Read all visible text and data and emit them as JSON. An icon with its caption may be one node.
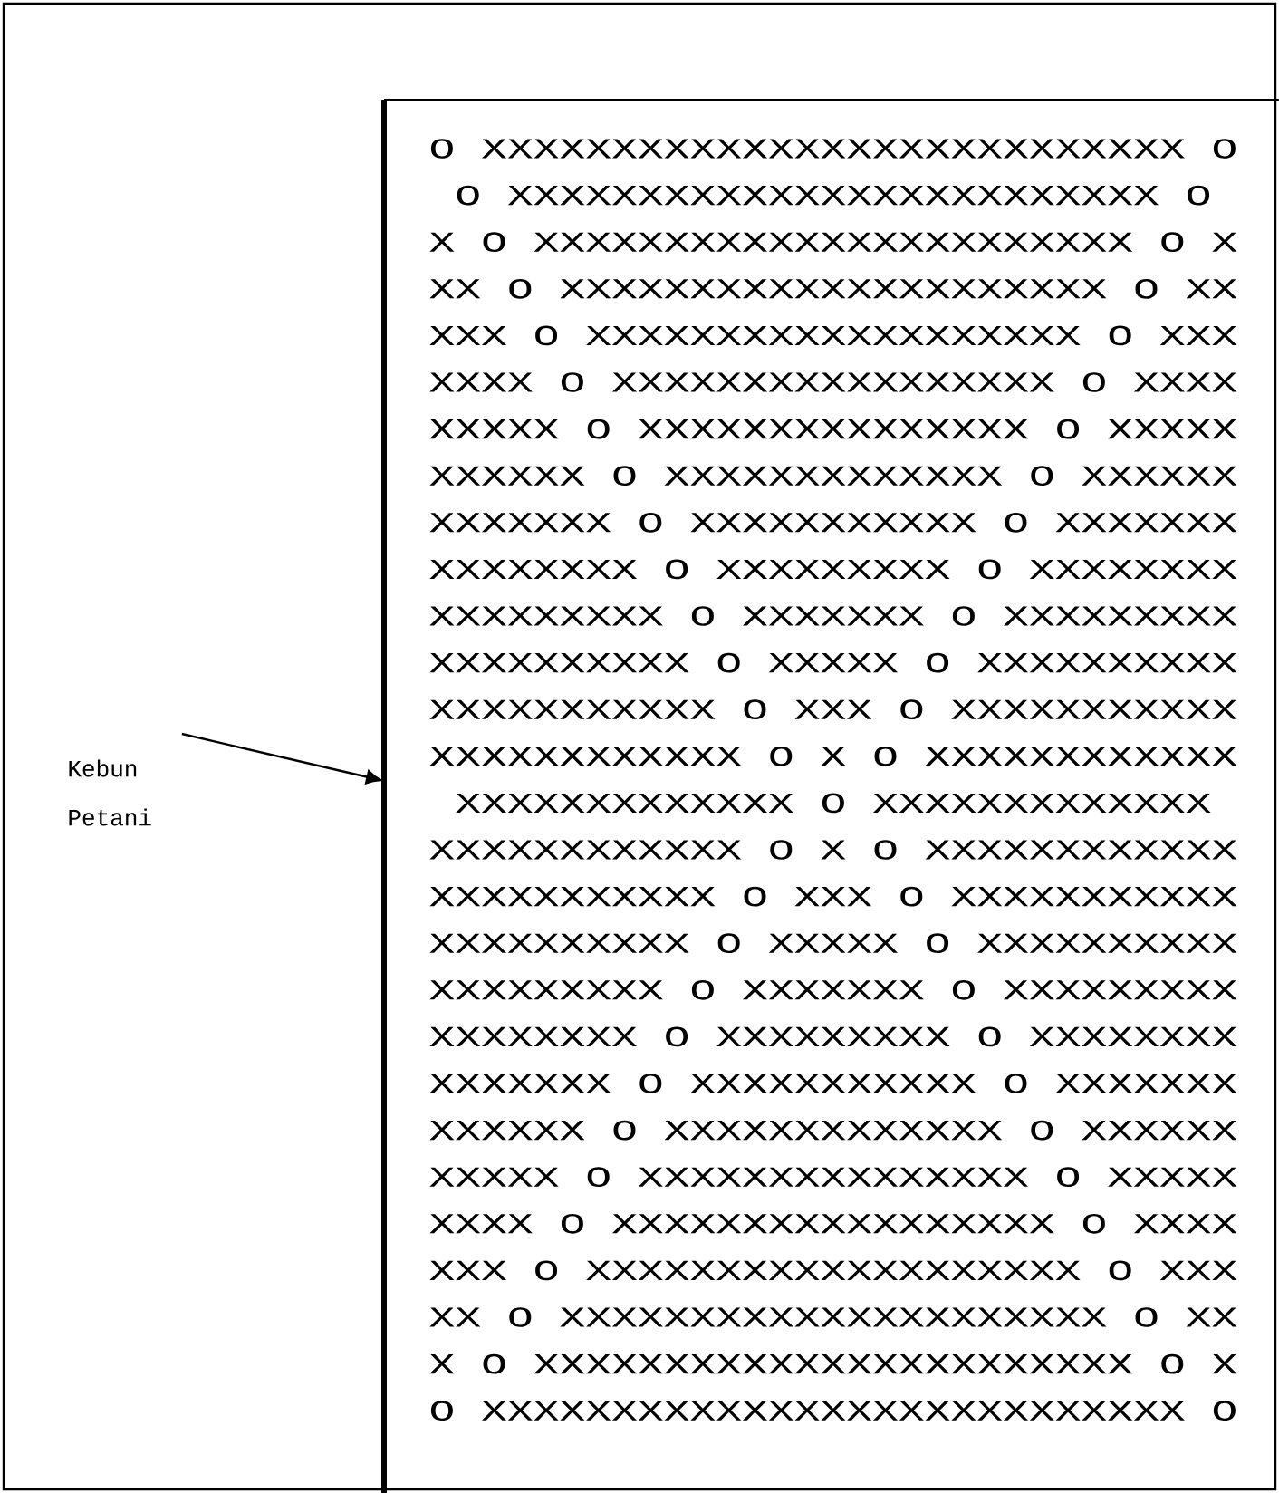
{
  "diagram": {
    "nodes": [
      {
        "text": [
          "Kebun Petani"
        ]
      },
      {
        "text": [],
        "shape": "box"
      }
    ],
    "edges": [
      {
        "from": 0,
        "to": 1,
        "arrow": "to"
      }
    ],
    "labels": [
      "O XXXXXXXXXXXXXXXXXXXXXXXXXXX O",
      "O XXXXXXXXXXXXXXXXXXXXXXXXX O",
      "X O XXXXXXXXXXXXXXXXXXXXXXX O X",
      "XX O XXXXXXXXXXXXXXXXXXXXX O XX",
      "XXX O XXXXXXXXXXXXXXXXXXX O XXX",
      "XXXX O XXXXXXXXXXXXXXXXX O XXXX",
      "XXXXX O XXXXXXXXXXXXXXX O XXXXX",
      "XXXXXX O XXXXXXXXXXXXX O XXXXXX",
      "XXXXXXX O XXXXXXXXXXX O XXXXXXX",
      "XXXXXXXX O XXXXXXXXX O XXXXXXXX",
      "XXXXXXXXX O XXXXXXX O XXXXXXXXX",
      "XXXXXXXXXX O XXXXX O XXXXXXXXXX",
      "XXXXXXXXXXX O XXX O XXXXXXXXXXX",
      "XXXXXXXXXXXX O X O XXXXXXXXXXXX",
      "XXXXXXXXXXXXX O XXXXXXXXXXXXX",
      "XXXXXXXXXXXX O X O XXXXXXXXXXXX",
      "XXXXXXXXXXX O XXX O XXXXXXXXXXX",
      "XXXXXXXXXX O XXXXX O XXXXXXXXXX",
      "XXXXXXXXX O XXXXXXX O XXXXXXXXX",
      "XXXXXXXX O XXXXXXXXX O XXXXXXXX",
      "XXXXXXX O XXXXXXXXXXX O XXXXXXX",
      "XXXXXX O XXXXXXXXXXXXX O XXXXXX",
      "XXXXX O XXXXXXXXXXXXXXX O XXXXX",
      "XXXX O XXXXXXXXXXXXXXXXX O XXXX",
      "XXX O XXXXXXXXXXXXXXXXXXX O XXX",
      "XX O XXXXXXXXXXXXXXXXXXXXX O XX",
      "X O XXXXXXXXXXXXXXXXXXXXXXX O X",
      "O XXXXXXXXXXXXXXXXXXXXXXXXXXX O"
    ]
  }
}
